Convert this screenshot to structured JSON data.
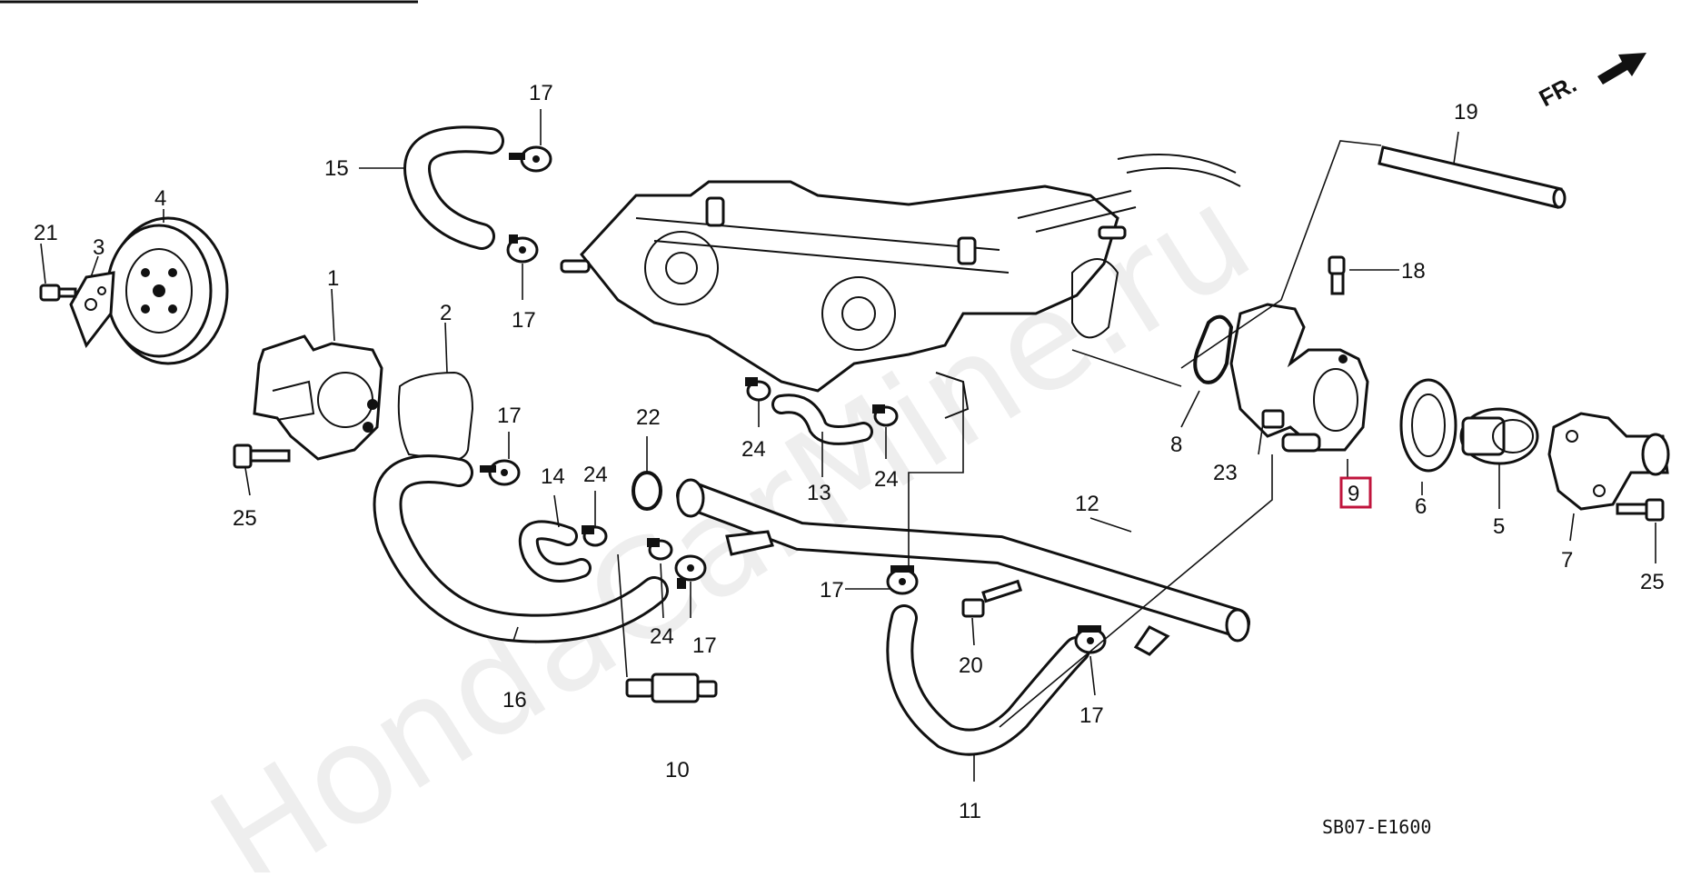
{
  "watermark": "HondaCarMine.ru",
  "direction_label": "FR.",
  "diagram_code": "SB07-E1600",
  "highlight_color": "#c0143c",
  "labels": {
    "l1": "1",
    "l2": "2",
    "l3": "3",
    "l4": "4",
    "l5": "5",
    "l6": "6",
    "l7": "7",
    "l8": "8",
    "l9": "9",
    "l10": "10",
    "l11": "11",
    "l12": "12",
    "l13": "13",
    "l14": "14",
    "l15": "15",
    "l16": "16",
    "l17": "17",
    "l18": "18",
    "l19": "19",
    "l20": "20",
    "l21": "21",
    "l22": "22",
    "l23": "23",
    "l24": "24",
    "l25": "25"
  }
}
